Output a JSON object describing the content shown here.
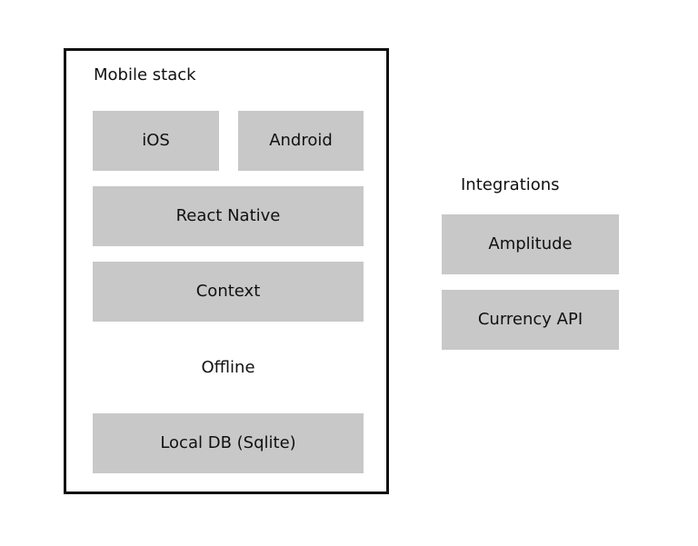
{
  "mobile_stack": {
    "title": "Mobile stack",
    "platforms": [
      "iOS",
      "Android"
    ],
    "framework": "React Native",
    "state": "Context",
    "offline_label": "Offline",
    "storage": "Local DB (Sqlite)"
  },
  "integrations": {
    "title": "Integrations",
    "items": [
      "Amplitude",
      "Currency API"
    ]
  },
  "colors": {
    "box_fill": "#c8c8c8",
    "frame_border": "#111111",
    "text": "#111111",
    "background": "#ffffff"
  }
}
